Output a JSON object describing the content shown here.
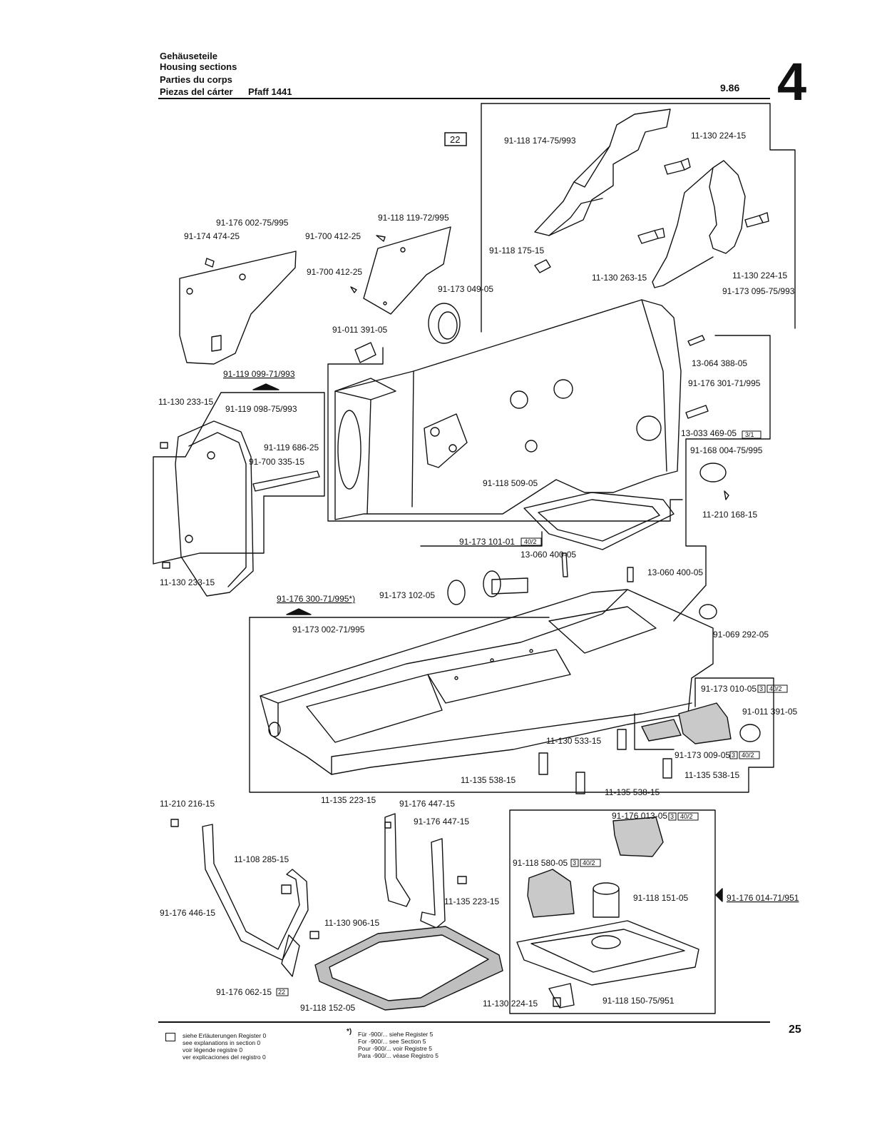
{
  "header": {
    "lines": [
      "Gehäuseteile",
      "Housing sections",
      "Parties du corps",
      "Piezas del cárter"
    ],
    "model": "Pfaff 1441",
    "date": "9.86",
    "section_number": "4"
  },
  "ref_box": "22",
  "parts": [
    "91-118 174-75/993",
    "11-130 224-15",
    "91-118 119-72/995",
    "91-176 002-75/995",
    "91-174 474-25",
    "91-700 412-25",
    "91-700 412-25",
    "91-118 175-15",
    "11-130 263-15",
    "11-130 224-15",
    "91-173 095-75/993",
    "91-173 049-05",
    "91-011 391-05",
    "13-064 388-05",
    "91-119 099-71/993",
    "11-130 233-15",
    "91-119 098-75/993",
    "91-176 301-71/995",
    "91-119 686-25",
    "91-700 335-15",
    "13-033 469-05",
    "91-168 004-75/995",
    "91-118 509-05",
    "11-210 168-15",
    "11-130 233-15",
    "91-173 101-01",
    "13-060 400-05",
    "13-060 400-05",
    "91-176 300-71/995*)",
    "91-173 102-05",
    "91-173 002-71/995",
    "91-069 292-05",
    "91-173 010-05",
    "91-011 391-05",
    "11-130 533-15",
    "91-173 009-05",
    "11-135 538-15",
    "11-135 538-15",
    "11-135 538-15",
    "11-210 216-15",
    "11-135 223-15",
    "91-176 447-15",
    "91-176 447-15",
    "91-176 013-05",
    "11-108 285-15",
    "91-118 580-05",
    "91-118 151-05",
    "91-176 014-71/951",
    "91-176 446-15",
    "11-135 223-15",
    "11-130 906-15",
    "91-176 062-15",
    "91-118 152-05",
    "11-130 224-15",
    "91-118 150-75/951"
  ],
  "tags": {
    "t40_2": "40/2",
    "t3": "3",
    "t3_1": "3/1",
    "t22": "22"
  },
  "footer": {
    "legend": [
      "siehe Erläuterungen Register 0",
      "see explanations in section 0",
      "voir légende registre 0",
      "ver explicaciones del registro 0"
    ],
    "note_mark": "*)",
    "note": [
      "Für -900/... siehe Register 5",
      "For -900/... see Section 5",
      "Pour -900/... voir Registre 5",
      "Para -900/... véase Registro 5"
    ],
    "page_number": "25"
  }
}
